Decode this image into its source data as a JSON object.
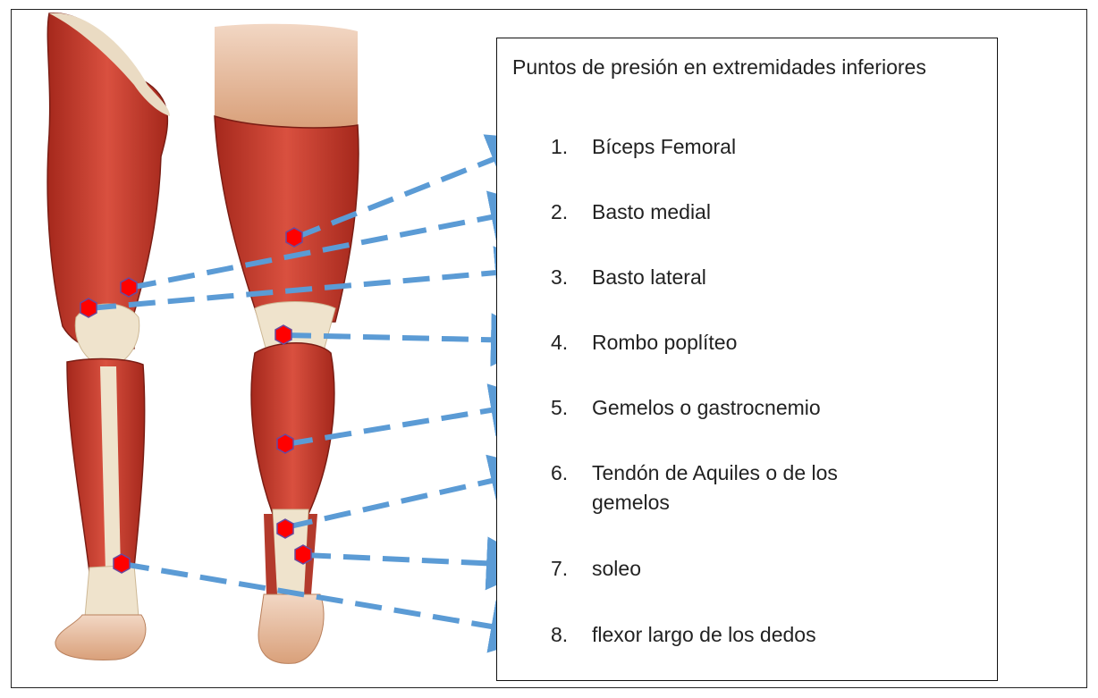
{
  "legend": {
    "title": "Puntos de presión en extremidades inferiores",
    "items": [
      {
        "num": "1.",
        "label": "Bíceps Femoral"
      },
      {
        "num": "2.",
        "label": "Basto medial"
      },
      {
        "num": "3.",
        "label": "Basto lateral"
      },
      {
        "num": "4.",
        "label": "Rombo poplíteo"
      },
      {
        "num": "5.",
        "label": "Gemelos o gastrocnemio"
      },
      {
        "num": "6.",
        "label": "Tendón de Aquiles o de los gemelos"
      },
      {
        "num": "7.",
        "label": "soleo"
      },
      {
        "num": "8.",
        "label": "flexor largo de los dedos"
      }
    ]
  },
  "colors": {
    "arrow": "#5b9bd5",
    "marker": "#ff0000",
    "muscle": "#c0392b",
    "tendon": "#efe3cc",
    "skin": "#f4c9a0"
  }
}
